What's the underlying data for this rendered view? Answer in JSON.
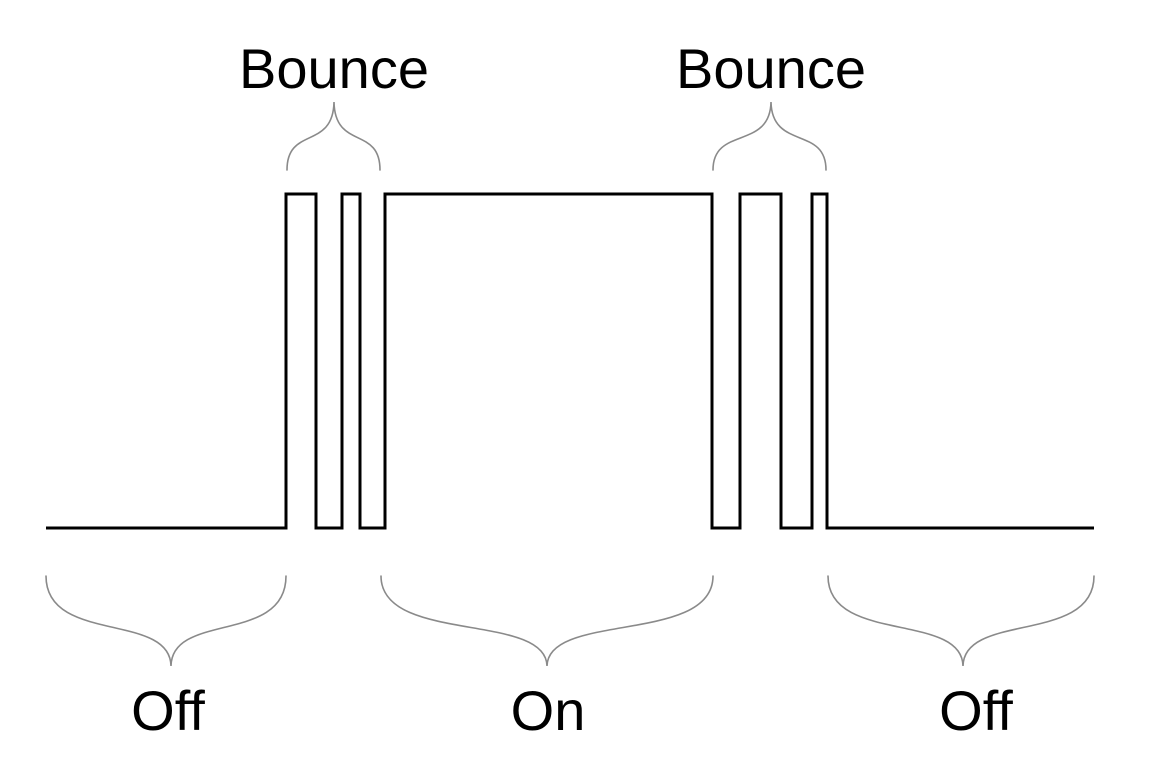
{
  "labels": {
    "bounce_start": "Bounce",
    "bounce_end": "Bounce",
    "off_start": "Off",
    "on": "On",
    "off_end": "Off"
  }
}
